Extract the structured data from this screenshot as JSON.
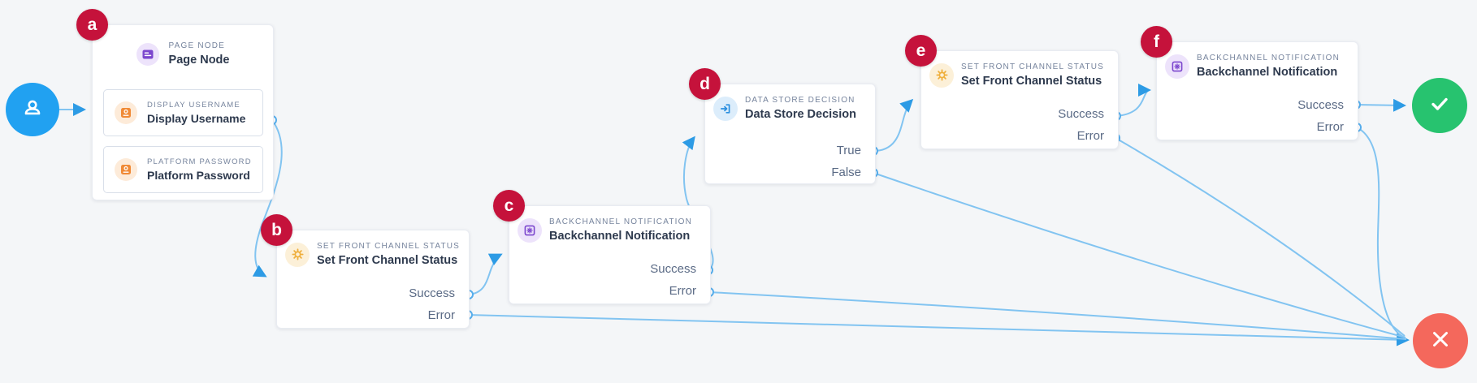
{
  "app": {
    "type": "flow-editor-canvas"
  },
  "palette": {
    "canvas_background": "#F4F6F8",
    "wire_blue": "#82C4F1",
    "arrow_blue": "#2D9BE5",
    "badge_red": "#C5123B",
    "start_blue": "#21A1F1",
    "success_green": "#27C36F",
    "error_coral": "#F4685C",
    "purple_icon": "#7C47CE",
    "amber_icon": "#EFAF3C",
    "orange_icon": "#F08A36",
    "blue_icon": "#2B8FDF"
  },
  "icons": {
    "start": "user-icon",
    "page_node": "form-page-icon",
    "username": "id-card-icon",
    "password": "id-card-icon",
    "front_channel": "gear-icon",
    "backchannel": "node-gear-icon",
    "data_store": "sign-in-arrow-icon",
    "flow_success": "check-icon",
    "flow_error": "x-icon"
  },
  "nodes": {
    "a": {
      "badge": "a",
      "category": "PAGE NODE",
      "title": "Page Node",
      "children": [
        {
          "category": "DISPLAY USERNAME",
          "title": "Display Username"
        },
        {
          "category": "PLATFORM PASSWORD",
          "title": "Platform Password"
        }
      ]
    },
    "b": {
      "badge": "b",
      "category": "SET FRONT CHANNEL STATUS",
      "title": "Set Front Channel Status",
      "outputs": [
        "Success",
        "Error"
      ]
    },
    "c": {
      "badge": "c",
      "category": "BACKCHANNEL NOTIFICATION",
      "title": "Backchannel Notification",
      "outputs": [
        "Success",
        "Error"
      ]
    },
    "d": {
      "badge": "d",
      "category": "DATA STORE DECISION",
      "title": "Data Store Decision",
      "outputs": [
        "True",
        "False"
      ]
    },
    "e": {
      "badge": "e",
      "category": "SET FRONT CHANNEL STATUS",
      "title": "Set Front Channel Status",
      "outputs": [
        "Success",
        "Error"
      ]
    },
    "f": {
      "badge": "f",
      "category": "BACKCHANNEL NOTIFICATION",
      "title": "Backchannel Notification",
      "outputs": [
        "Success",
        "Error"
      ]
    }
  }
}
